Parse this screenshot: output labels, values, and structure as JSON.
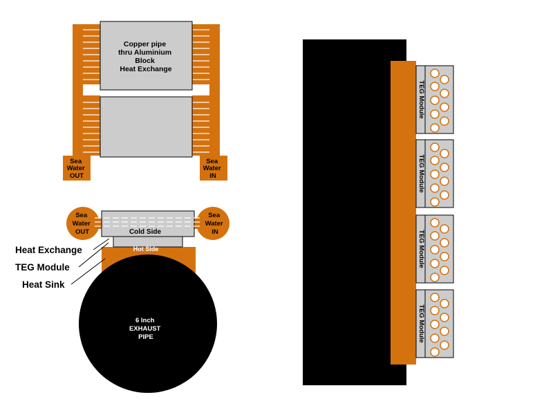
{
  "colors": {
    "copper": "#d4720f",
    "aluminium": "#cccccc",
    "pipe": "#000000",
    "fin_line": "#ffffff",
    "outline": "#000000"
  },
  "top_exchanger": {
    "caption_lines": [
      "Copper pipe",
      "thru Aluminium",
      "Block",
      "Heat Exchange"
    ],
    "outlet_label": [
      "Sea",
      "Water",
      "OUT"
    ],
    "inlet_label": [
      "Sea",
      "Water",
      "IN"
    ]
  },
  "side_view": {
    "outlet_label": [
      "Sea",
      "Water",
      "OUT"
    ],
    "inlet_label": [
      "Sea",
      "Water",
      "IN"
    ],
    "cold_side": "Cold Side",
    "hot_side": "Hot Side",
    "pipe_label": [
      "6 Inch",
      "EXHAUST",
      "PIPE"
    ],
    "legend": [
      "Heat Exchange",
      "TEG Module",
      "Heat Sink"
    ]
  },
  "teg_stack": {
    "module_label": "TEG Module",
    "module_count": 4
  }
}
